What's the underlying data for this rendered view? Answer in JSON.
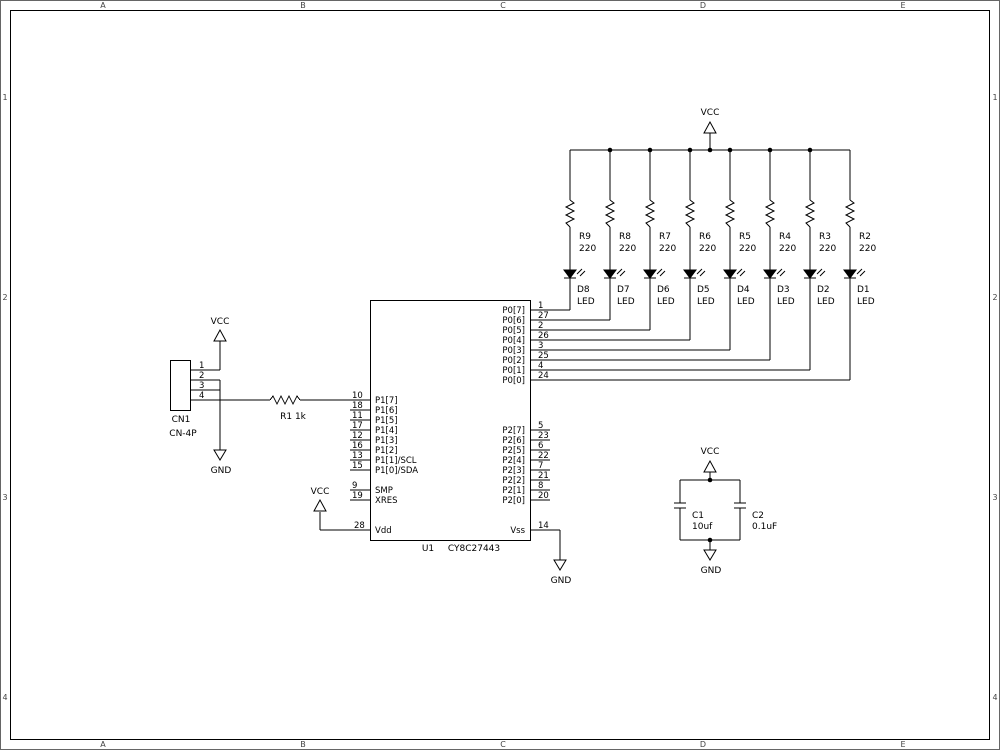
{
  "frame": {
    "columns": [
      "A",
      "B",
      "C",
      "D",
      "E"
    ],
    "rows": [
      "1",
      "2",
      "3",
      "4"
    ]
  },
  "power": {
    "vcc": "VCC",
    "gnd": "GND"
  },
  "connector": {
    "ref": "CN1",
    "value": "CN-4P",
    "pins": [
      "1",
      "2",
      "3",
      "4"
    ]
  },
  "r1": {
    "label": "R1 1k"
  },
  "ic": {
    "ref": "U1",
    "part": "CY8C27443",
    "left_pins": [
      {
        "num": "10",
        "name": "P1[7]"
      },
      {
        "num": "18",
        "name": "P1[6]"
      },
      {
        "num": "11",
        "name": "P1[5]"
      },
      {
        "num": "17",
        "name": "P1[4]"
      },
      {
        "num": "12",
        "name": "P1[3]"
      },
      {
        "num": "16",
        "name": "P1[2]"
      },
      {
        "num": "13",
        "name": "P1[1]/SCL"
      },
      {
        "num": "15",
        "name": "P1[0]/SDA"
      },
      {
        "num": "9",
        "name": "SMP"
      },
      {
        "num": "19",
        "name": "XRES"
      }
    ],
    "vdd_pin": {
      "num": "28",
      "name": "Vdd"
    },
    "vss_pin": {
      "num": "14",
      "name": "Vss"
    },
    "p0_pins": [
      {
        "num": "1",
        "name": "P0[7]"
      },
      {
        "num": "27",
        "name": "P0[6]"
      },
      {
        "num": "2",
        "name": "P0[5]"
      },
      {
        "num": "26",
        "name": "P0[4]"
      },
      {
        "num": "3",
        "name": "P0[3]"
      },
      {
        "num": "25",
        "name": "P0[2]"
      },
      {
        "num": "4",
        "name": "P0[1]"
      },
      {
        "num": "24",
        "name": "P0[0]"
      }
    ],
    "p2_pins": [
      {
        "num": "5",
        "name": "P2[7]"
      },
      {
        "num": "23",
        "name": "P2[6]"
      },
      {
        "num": "6",
        "name": "P2[5]"
      },
      {
        "num": "22",
        "name": "P2[4]"
      },
      {
        "num": "7",
        "name": "P2[3]"
      },
      {
        "num": "21",
        "name": "P2[2]"
      },
      {
        "num": "8",
        "name": "P2[1]"
      },
      {
        "num": "20",
        "name": "P2[0]"
      }
    ]
  },
  "led_columns": [
    {
      "resistor": "R9",
      "r_value": "220",
      "led": "D8",
      "led_value": "LED"
    },
    {
      "resistor": "R8",
      "r_value": "220",
      "led": "D7",
      "led_value": "LED"
    },
    {
      "resistor": "R7",
      "r_value": "220",
      "led": "D6",
      "led_value": "LED"
    },
    {
      "resistor": "R6",
      "r_value": "220",
      "led": "D5",
      "led_value": "LED"
    },
    {
      "resistor": "R5",
      "r_value": "220",
      "led": "D4",
      "led_value": "LED"
    },
    {
      "resistor": "R4",
      "r_value": "220",
      "led": "D3",
      "led_value": "LED"
    },
    {
      "resistor": "R3",
      "r_value": "220",
      "led": "D2",
      "led_value": "LED"
    },
    {
      "resistor": "R2",
      "r_value": "220",
      "led": "D1",
      "led_value": "LED"
    }
  ],
  "c1": {
    "ref": "C1",
    "value": "10uf"
  },
  "c2": {
    "ref": "C2",
    "value": "0.1uF"
  }
}
